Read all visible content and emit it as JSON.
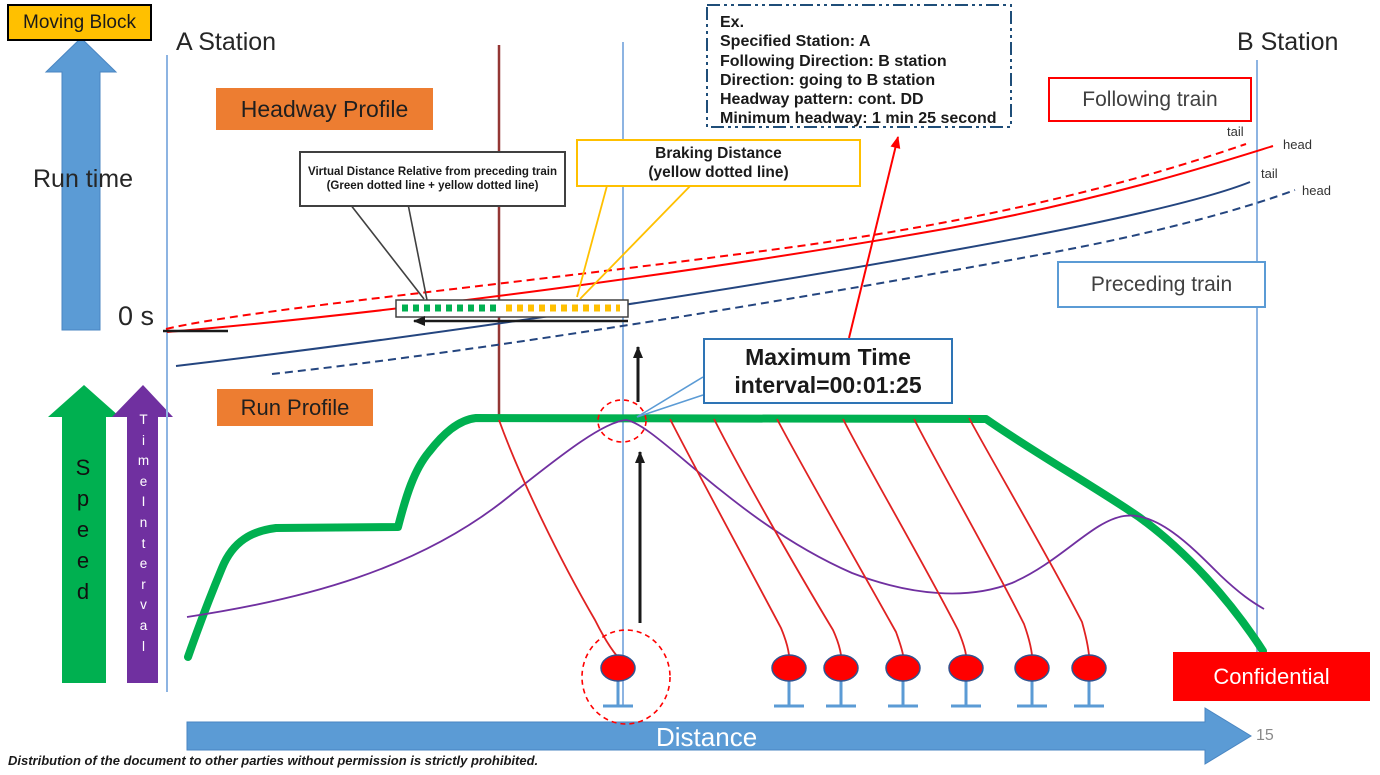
{
  "slide": {
    "badge": "Moving Block",
    "station_a": "A Station",
    "station_b": "B Station",
    "run_time": "Run time",
    "zero_seconds": "0 s",
    "speed": "Speed",
    "time_interval": "TimeInterval",
    "distance": "Distance",
    "headway_profile": "Headway Profile",
    "run_profile": "Run Profile",
    "virtual_distance_callout": {
      "line1": "Virtual Distance Relative from preceding train",
      "line2": "(Green dotted line + yellow dotted line)"
    },
    "braking_callout": {
      "line1": "Braking Distance",
      "line2": "(yellow dotted line)"
    },
    "max_interval_callout": {
      "line1": "Maximum Time",
      "line2": "interval=00:01:25"
    },
    "example_box": {
      "lines": [
        "Ex.",
        "Specified Station: A",
        "Following Direction:  B station",
        "Direction: going to B station",
        "Headway pattern: cont. DD",
        "Minimum headway: 1 min 25 second"
      ]
    },
    "following_train": "Following train",
    "preceding_train": "Preceding train",
    "following_tail": "tail",
    "following_head": "head",
    "preceding_tail": "tail",
    "preceding_head": "head",
    "confidential": "Confidential",
    "page_number": "15",
    "footer": "Distribution of the document to other parties without permission is strictly prohibited."
  },
  "colors": {
    "orange": "#ED7D31",
    "gold": "#FFC000",
    "green": "#00B050",
    "purple": "#7030A0",
    "blue": "#5B9BD5",
    "lightblue": "#8DB4E2",
    "red": "#FF0000",
    "darkred": "#E02222",
    "navy": "#24457F",
    "maroon": "#943634",
    "exborder": "#1F4E79",
    "maxborder": "#2E74B5",
    "gray": "#404040",
    "confidential_bg": "#FF0000",
    "page_gray": "#8A8A8A"
  }
}
